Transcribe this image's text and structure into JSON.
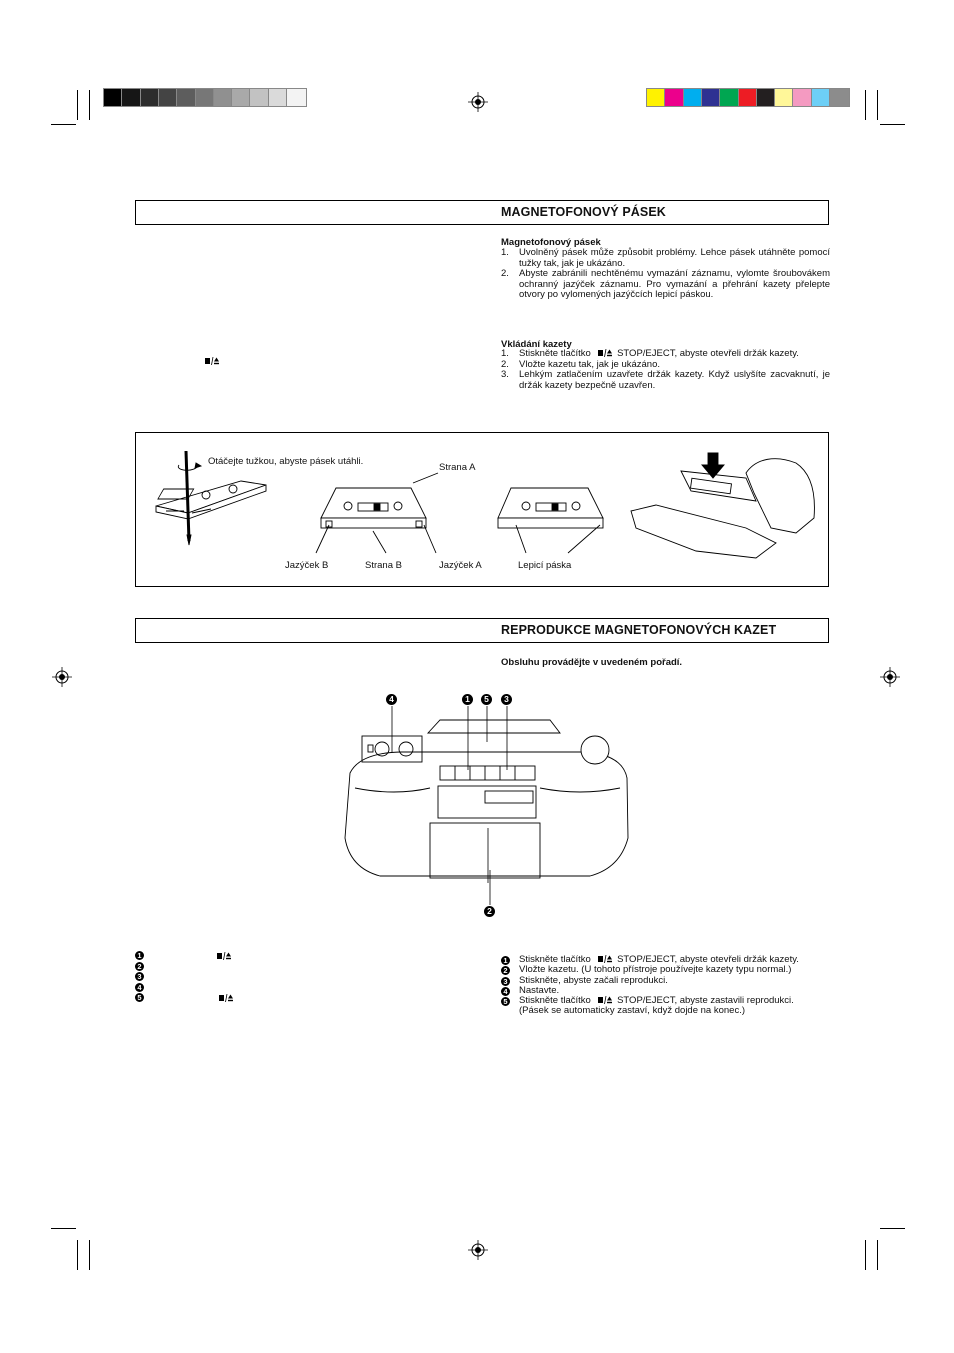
{
  "colors": {
    "gray_bar": [
      "#000000",
      "#161616",
      "#2c2c2c",
      "#444444",
      "#5d5d5d",
      "#777777",
      "#909090",
      "#a9a9a9",
      "#c2c2c2",
      "#dadada",
      "#f3f3f3"
    ],
    "color_bar": [
      "#fff200",
      "#ec008c",
      "#00aeef",
      "#2e3192",
      "#00a651",
      "#ed1c24",
      "#231f20",
      "#fff799",
      "#f49ac1",
      "#6dcff6",
      "#8c8c8c"
    ]
  },
  "icons": {
    "stop_eject": "stop-eject-icon",
    "registration": "registration-mark-icon"
  },
  "tape_section": {
    "title": "MAGNETOFONOVÝ PÁSEK",
    "tape": {
      "heading": "Magnetofonový pásek",
      "items": [
        {
          "num": "1.",
          "text": "Uvolněný pásek může způsobit problémy. Lehce pásek utáhněte pomocí tužky tak, jak je ukázáno."
        },
        {
          "num": "2.",
          "text": "Abyste zabránili nechtěnému vymazání záznamu, vylomte šroubovákem ochranný jazýček záznamu. Pro vymazání a přehrání kazety přelepte otvory po vylomených jazýčcích lepicí páskou."
        }
      ]
    },
    "insert": {
      "heading": "Vkládání kazety",
      "item1_pre": "Stiskněte tlačítko",
      "item1_post": "STOP/EJECT, abyste otevřeli držák kazety.",
      "items": [
        {
          "num": "2.",
          "text": "Vložte kazetu tak, jak je ukázáno."
        },
        {
          "num": "3.",
          "text": "Lehkým zatlačením uzavřete držák kazety. Když uslyšíte zacvaknutí, je držák kazety bezpečně uzavřen."
        }
      ]
    },
    "figure_labels": {
      "pencil": "Otáčejte tužkou, abyste pásek utáhli.",
      "side_a": "Strana  A",
      "tab_b": "Jazýček  B",
      "side_b": "Strana  B",
      "tab_a": "Jazýček  A",
      "tape": "Lepicí páska"
    }
  },
  "playback_section": {
    "title": "REPRODUKCE MAGNETOFONOVÝCH KAZET",
    "intro": "Obsluhu provádějte v uvedeném pořadí.",
    "callouts": [
      "4",
      "1",
      "5",
      "3",
      "2"
    ],
    "steps": [
      {
        "num": "1",
        "text_pre": "Stiskněte tlačítko",
        "text_post": "STOP/EJECT, abyste otevřeli držák kazety."
      },
      {
        "num": "2",
        "text": "Vložte kazetu. (U tohoto přístroje používejte kazety typu normal.)"
      },
      {
        "num": "3",
        "text": "Stiskněte, abyste začali reprodukci."
      },
      {
        "num": "4",
        "text": "Nastavte."
      },
      {
        "num": "5",
        "text_pre": "Stiskněte tlačítko",
        "text_post": "STOP/EJECT, abyste zastavili reprodukci.",
        "text_extra": "(Pásek se automaticky zastaví, když dojde na konec.)"
      }
    ],
    "left_nums": [
      "1",
      "2",
      "3",
      "4",
      "5"
    ]
  }
}
